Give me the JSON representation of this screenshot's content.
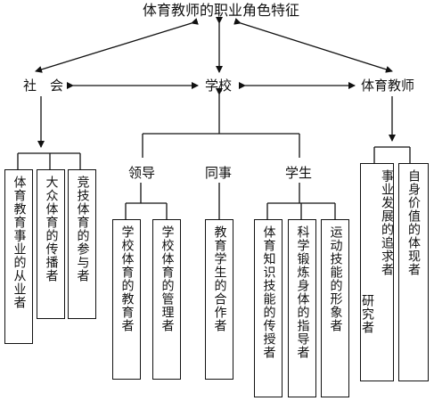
{
  "title": "体育教师的职业角色特征",
  "nodes": {
    "society": "社　会",
    "school": "学校",
    "teacher": "体育教师",
    "leader": "领导",
    "colleague": "同事",
    "student": "学生"
  },
  "boxes": {
    "s1": "体育教育事业的从业者",
    "s2": "大众体育的传播者",
    "s3": "竞技体育的参与者",
    "l1": "学校体育的教育者",
    "l2": "学校体育的管理者",
    "c1": "教育学生的合作者",
    "st1": "体育知识技能的传授者",
    "st2": "科学锻炼身体的指导者",
    "st3": "运动技能的形象者",
    "t1a": "事业发展的追求者",
    "t1b": "研究者",
    "t2": "自身价值的体现者"
  }
}
